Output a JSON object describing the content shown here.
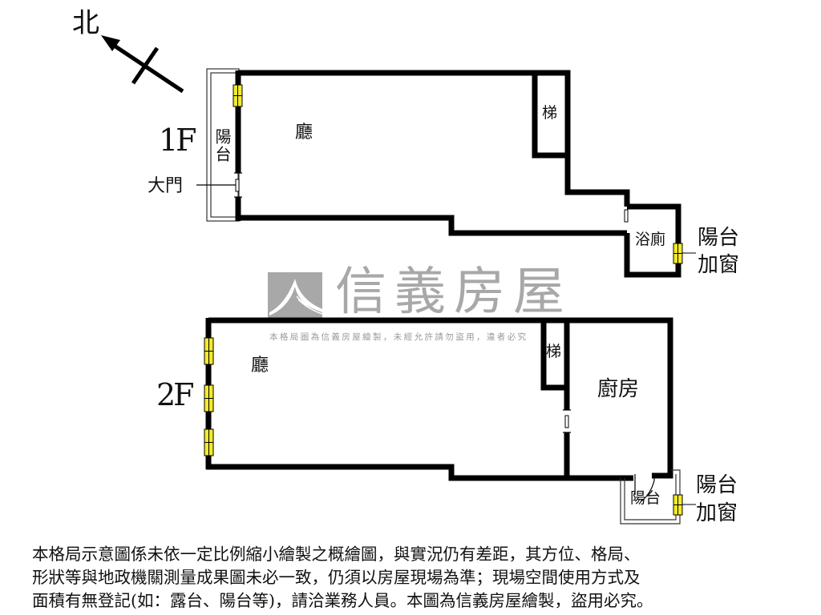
{
  "compass": {
    "label": "北",
    "icon": "north-arrow-icon"
  },
  "watermark": {
    "brand": "信義房屋",
    "note": "本格局圖為信義房屋繪製，未經允許請勿盜用，違者必究",
    "logo_color": "#a8a8a8"
  },
  "floor1": {
    "label": "1F",
    "rooms": {
      "living": "廳",
      "stairs": "梯",
      "bathroom": "浴廁",
      "balcony": "陽台"
    },
    "annotations": {
      "main_door": "大門",
      "balcony_window_line1": "陽台",
      "balcony_window_line2": "加窗"
    }
  },
  "floor2": {
    "label": "2F",
    "rooms": {
      "living": "廳",
      "stairs": "梯",
      "kitchen": "廚房",
      "balcony": "陽台"
    },
    "annotations": {
      "balcony_window_line1": "陽台",
      "balcony_window_line2": "加窗"
    }
  },
  "colors": {
    "wall": "#000000",
    "window": "#f2ea2a",
    "balcony_outline": "#333333"
  },
  "disclaimer": {
    "line1": "本格局示意圖係未依一定比例縮小繪製之概繪圖，與實況仍有差距，其方位、格局、",
    "line2": "形狀等與地政機關測量成果圖未必一致，仍須以房屋現場為準；現場空間使用方式及",
    "line3": "面積有無登記(如：露台、陽台等)，請洽業務人員。本圖為信義房屋繪製，盜用必究。"
  }
}
